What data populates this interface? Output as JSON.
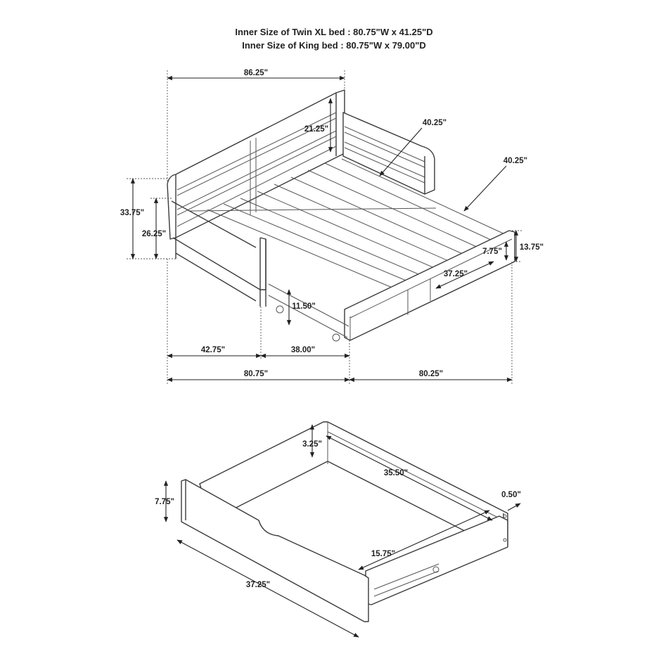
{
  "header": {
    "line1": "Inner Size of Twin XL bed : 80.75\"W x 41.25\"D",
    "line2": "Inner Size of King bed : 80.75\"W x 79.00\"D"
  },
  "daybed": {
    "width_top": "86.25\"",
    "back_height": "21.25\"",
    "trundle_depth": "40.25\"",
    "trundle_depth_2": "40.25\"",
    "overall_height": "33.75\"",
    "arm_height": "26.25\"",
    "trundle_height": "13.75\"",
    "drawer_height": "7.75\"",
    "drawer_width": "37.25\"",
    "clearance": "11.50\"",
    "left_segment": "42.75\"",
    "right_segment": "38.00\"",
    "overall_width": "80.75\"",
    "extended_depth": "80.25\""
  },
  "drawer": {
    "side_height": "3.25\"",
    "inner_length": "35.50\"",
    "panel_thickness": "0.50\"",
    "front_height": "7.75\"",
    "inner_depth": "15.75\"",
    "outer_length": "37.25\""
  }
}
